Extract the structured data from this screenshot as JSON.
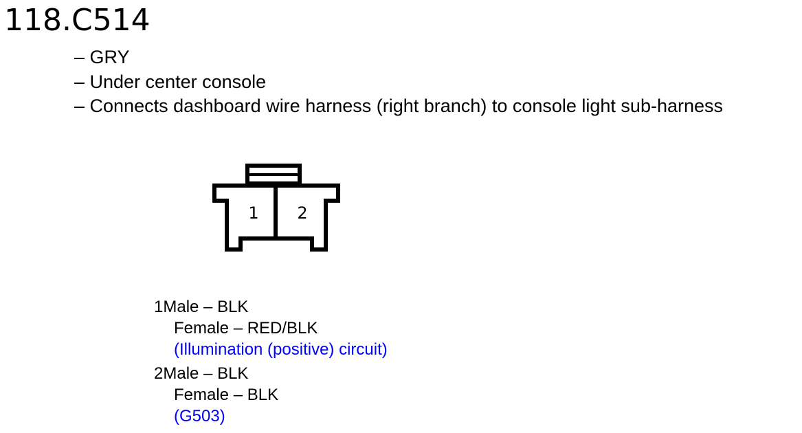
{
  "title": "118.C514",
  "details": [
    "– GRY",
    "– Under center console",
    "– Connects dashboard wire harness (right branch) to console light sub-harness"
  ],
  "connector": {
    "pin_labels": [
      "1",
      "2"
    ]
  },
  "pins": [
    {
      "number": "1",
      "male": "Male – BLK",
      "female": "Female – RED/BLK",
      "description": "(Illumination (positive) circuit)"
    },
    {
      "number": "2",
      "male": "Male – BLK",
      "female": "Female – BLK",
      "description": "(G503)"
    }
  ],
  "colors": {
    "text": "#000000",
    "description": "#0000ff"
  }
}
